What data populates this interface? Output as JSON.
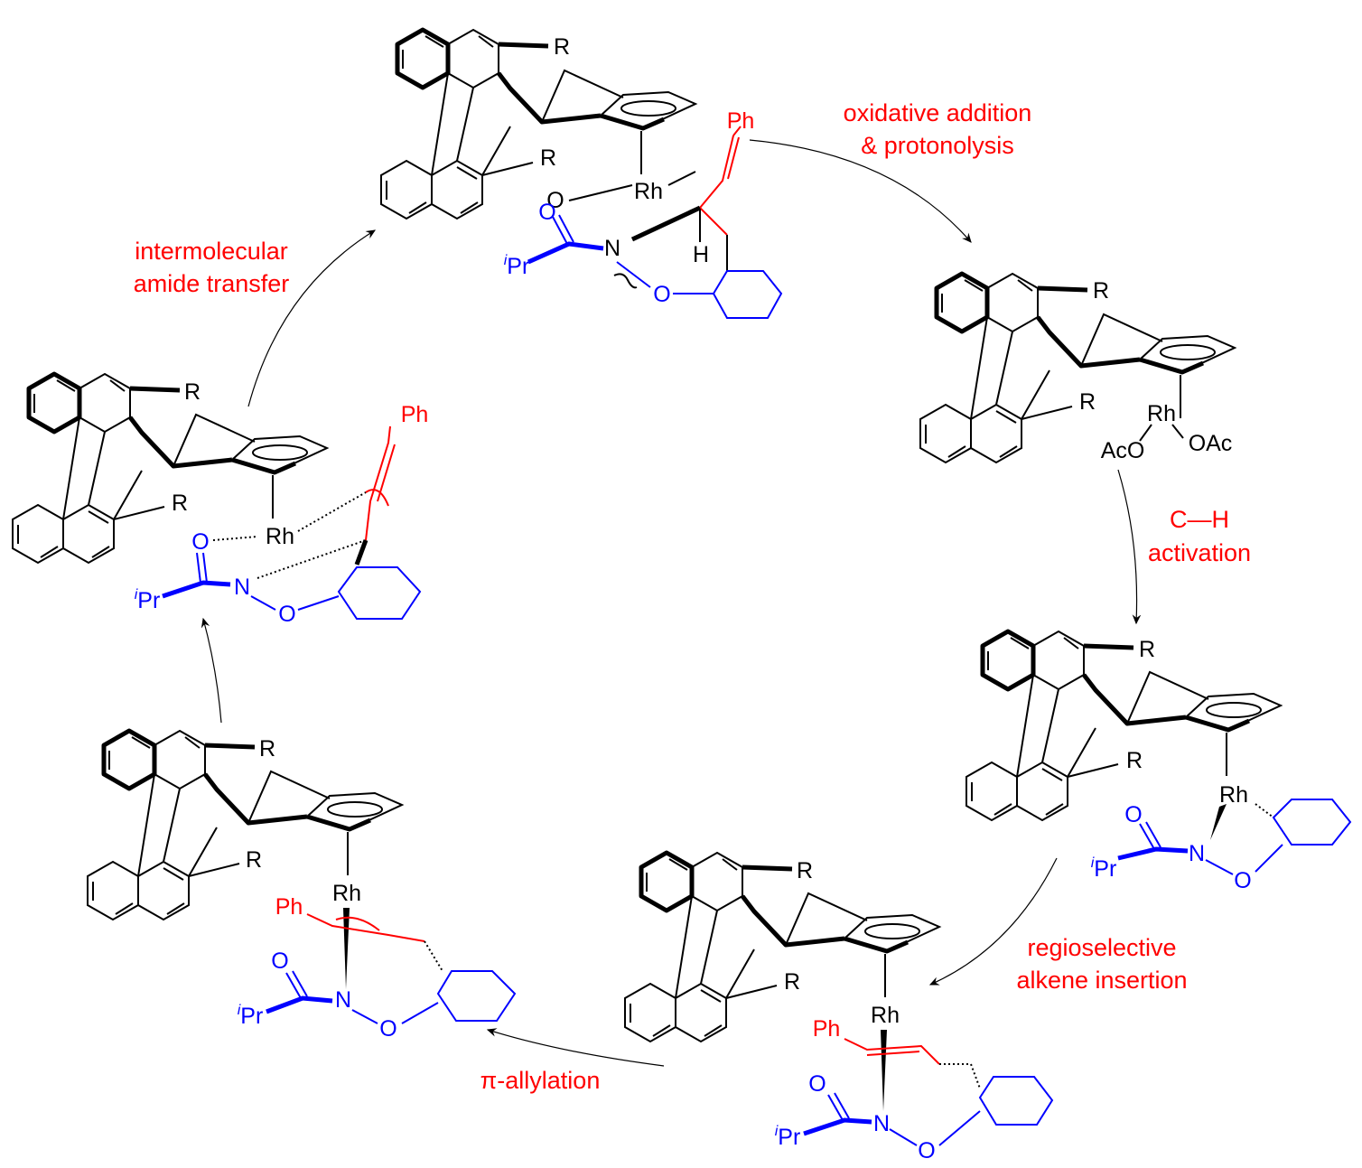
{
  "title": "Rh-catalyzed catalytic cycle",
  "steps": {
    "oxidative_1": "oxidative addition",
    "oxidative_2": "& protonolysis",
    "ch_1": "C—H",
    "ch_2": "activation",
    "insertion_1": "regioselective",
    "insertion_2": "alkene insertion",
    "allylation": "π-allylation",
    "transfer_1": "intermolecular",
    "transfer_2": "amide transfer"
  },
  "atoms": {
    "R": "R",
    "Rh": "Rh",
    "Ph": "Ph",
    "O": "O",
    "N": "N",
    "H": "H",
    "i": "i",
    "Pr": "Pr",
    "AcO": "AcO",
    "OAc": "OAc"
  },
  "colors": {
    "label": "#ff0000",
    "amide": "#0000ff",
    "skeleton": "#000000"
  }
}
